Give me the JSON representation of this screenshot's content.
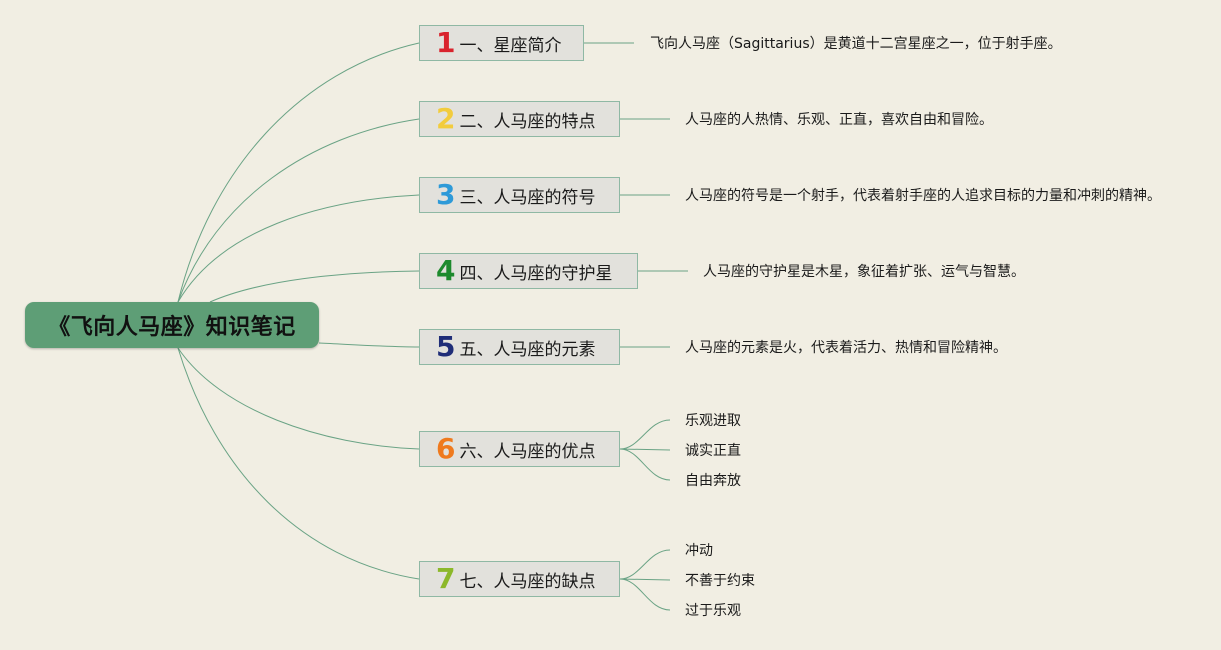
{
  "root": {
    "title": "《飞向人马座》知识笔记",
    "color": "#5e9e76"
  },
  "branches": [
    {
      "num": "1",
      "num_color": "#d9232d",
      "label": "一、星座简介",
      "desc": "飞向人马座（Sagittarius）是黄道十二宫星座之一，位于射手座。"
    },
    {
      "num": "2",
      "num_color": "#f2cc3d",
      "label": "二、人马座的特点",
      "desc": "人马座的人热情、乐观、正直，喜欢自由和冒险。"
    },
    {
      "num": "3",
      "num_color": "#2e9ad8",
      "label": "三、人马座的符号",
      "desc": "人马座的符号是一个射手，代表着射手座的人追求目标的力量和冲刺的精神。"
    },
    {
      "num": "4",
      "num_color": "#1d8a2d",
      "label": "四、人马座的守护星",
      "desc": "人马座的守护星是木星，象征着扩张、运气与智慧。"
    },
    {
      "num": "5",
      "num_color": "#1f2d78",
      "label": "五、人马座的元素",
      "desc": "人马座的元素是火，代表着活力、热情和冒险精神。"
    },
    {
      "num": "6",
      "num_color": "#ef7a1e",
      "label": "六、人马座的优点",
      "subs": [
        "乐观进取",
        "诚实正直",
        "自由奔放"
      ]
    },
    {
      "num": "7",
      "num_color": "#8cb82a",
      "label": "七、人马座的缺点",
      "subs": [
        "冲动",
        "不善于约束",
        "过于乐观"
      ]
    }
  ],
  "colors": {
    "line": "#6aa385",
    "background": "#f1eee3",
    "node_fill": "#e2e1dc",
    "node_border": "#8fb8a4"
  }
}
